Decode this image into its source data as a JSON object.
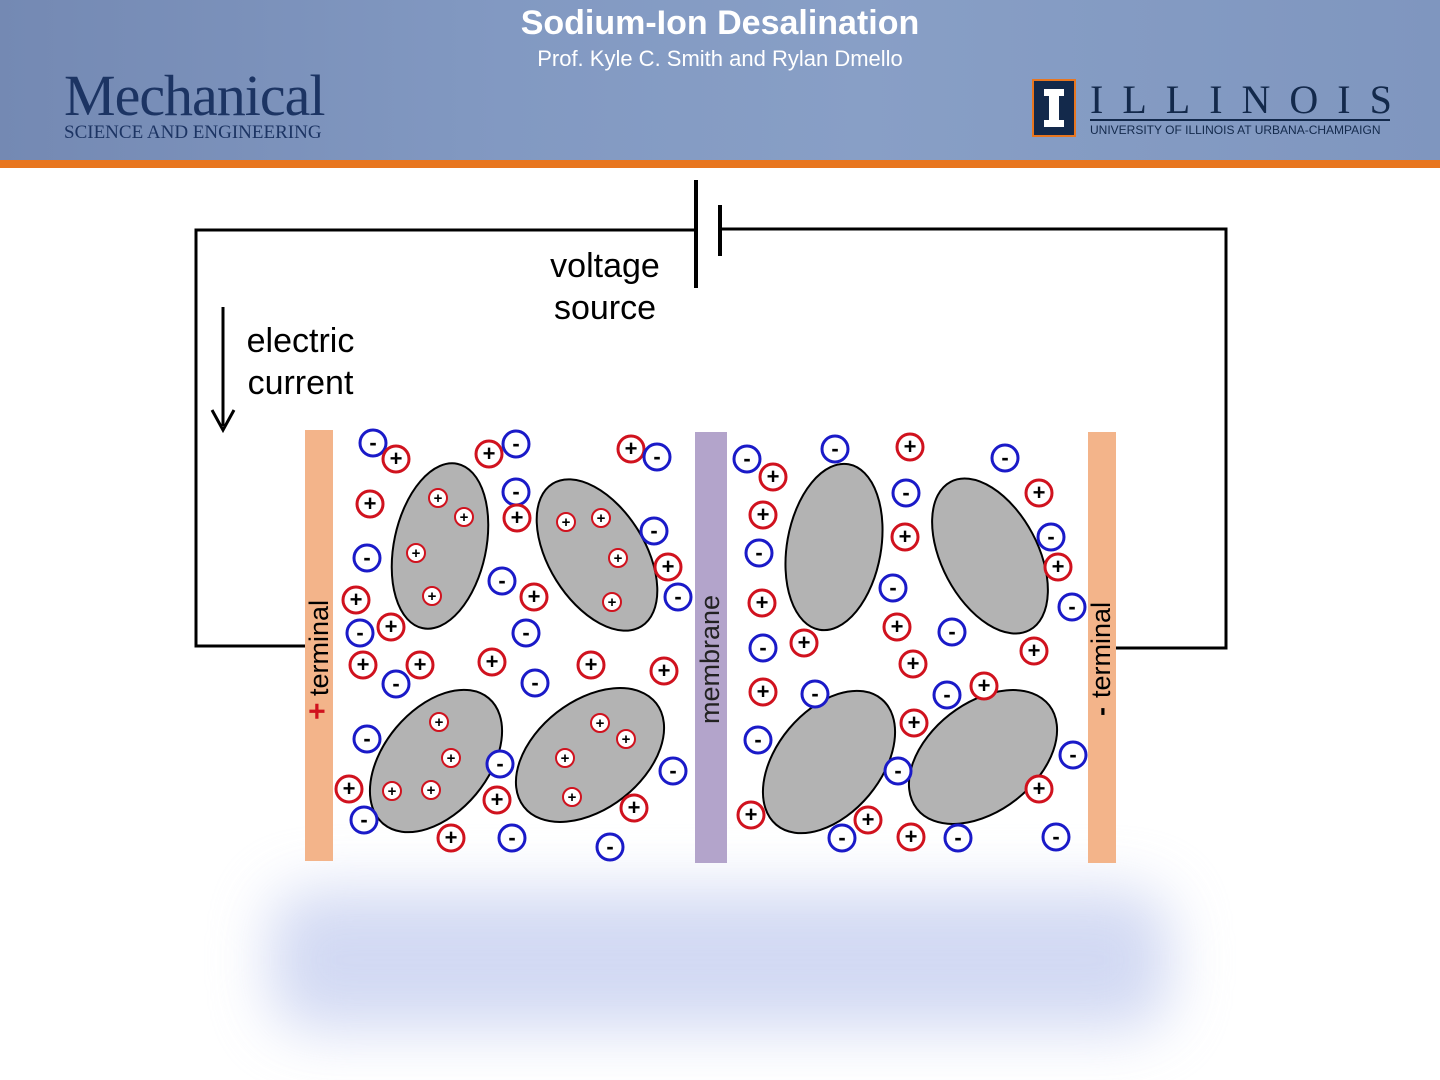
{
  "header": {
    "title": "Sodium-Ion Desalination",
    "subtitle": "Prof. Kyle C. Smith and Rylan Dmello",
    "left_logo": {
      "line1": "Mechanical",
      "line2": "SCIENCE AND ENGINEERING"
    },
    "right_logo": {
      "word": "ILLINOIS",
      "sub": "UNIVERSITY OF ILLINOIS AT URBANA-CHAMPAIGN"
    }
  },
  "diagram": {
    "voltage_label": [
      "voltage",
      "source"
    ],
    "current_label": [
      "electric",
      "current"
    ],
    "plus_terminal": {
      "sign": "+",
      "label": "terminal"
    },
    "minus_terminal": {
      "sign": "-",
      "label": "terminal"
    },
    "membrane_label": "membrane",
    "cation_symbol": "+",
    "anion_symbol": "-",
    "colors": {
      "cation": "#d0121e",
      "anion": "#1a1ac8",
      "terminal": "#f3b48a",
      "membrane": "#b3a4cb",
      "particle": "#b3b3b3",
      "accent": "#e8761f"
    }
  }
}
